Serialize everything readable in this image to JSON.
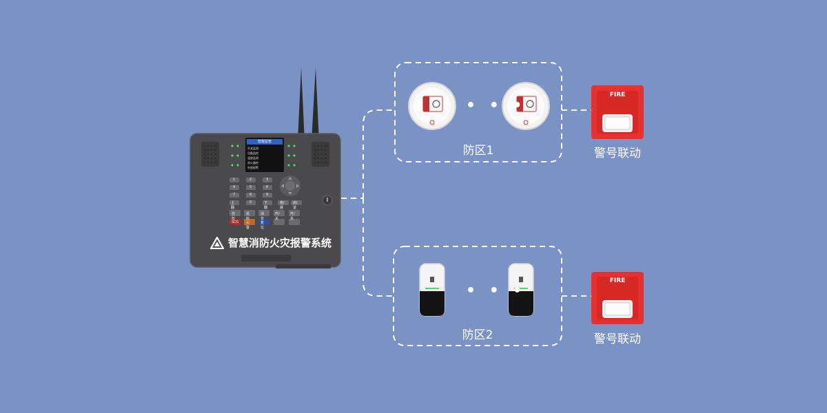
{
  "panel": {
    "brand_text": "智慧消防火灾报警系统",
    "screen_title": "智能监管",
    "screen_rows": [
      "开关监测",
      "设备监控",
      "温度监测",
      "消火器检",
      "外接报警"
    ],
    "keypad_keys": [
      "1",
      "2",
      "3",
      "4",
      "5",
      "6",
      "7",
      "8",
      "9",
      "上翻",
      "0",
      "下翻"
    ],
    "keypad_extra": [
      "夜/晨",
      "启/退"
    ],
    "function_buttons": [
      "自检",
      "巡检",
      "消音",
      "开/关",
      "开/关"
    ],
    "bottom_buttons": [
      "SOS",
      "火警",
      "复位",
      "",
      ""
    ],
    "colors": {
      "body": "#4a4a4c",
      "sos": "#b12a2a",
      "fire": "#c2692a",
      "reset": "#2f4f9e"
    }
  },
  "zones": [
    {
      "label": "防区1",
      "ellipsis": "• • •",
      "device_type": "smoke-detector"
    },
    {
      "label": "防区2",
      "ellipsis": "• • •",
      "device_type": "gas-detector"
    }
  ],
  "alarms": [
    {
      "label": "警号联动",
      "sign": "FIRE"
    },
    {
      "label": "警号联动",
      "sign": "FIRE"
    }
  ],
  "colors": {
    "background": "#7b93c4",
    "line": "#ffffff",
    "alarm": "#e8302e"
  }
}
